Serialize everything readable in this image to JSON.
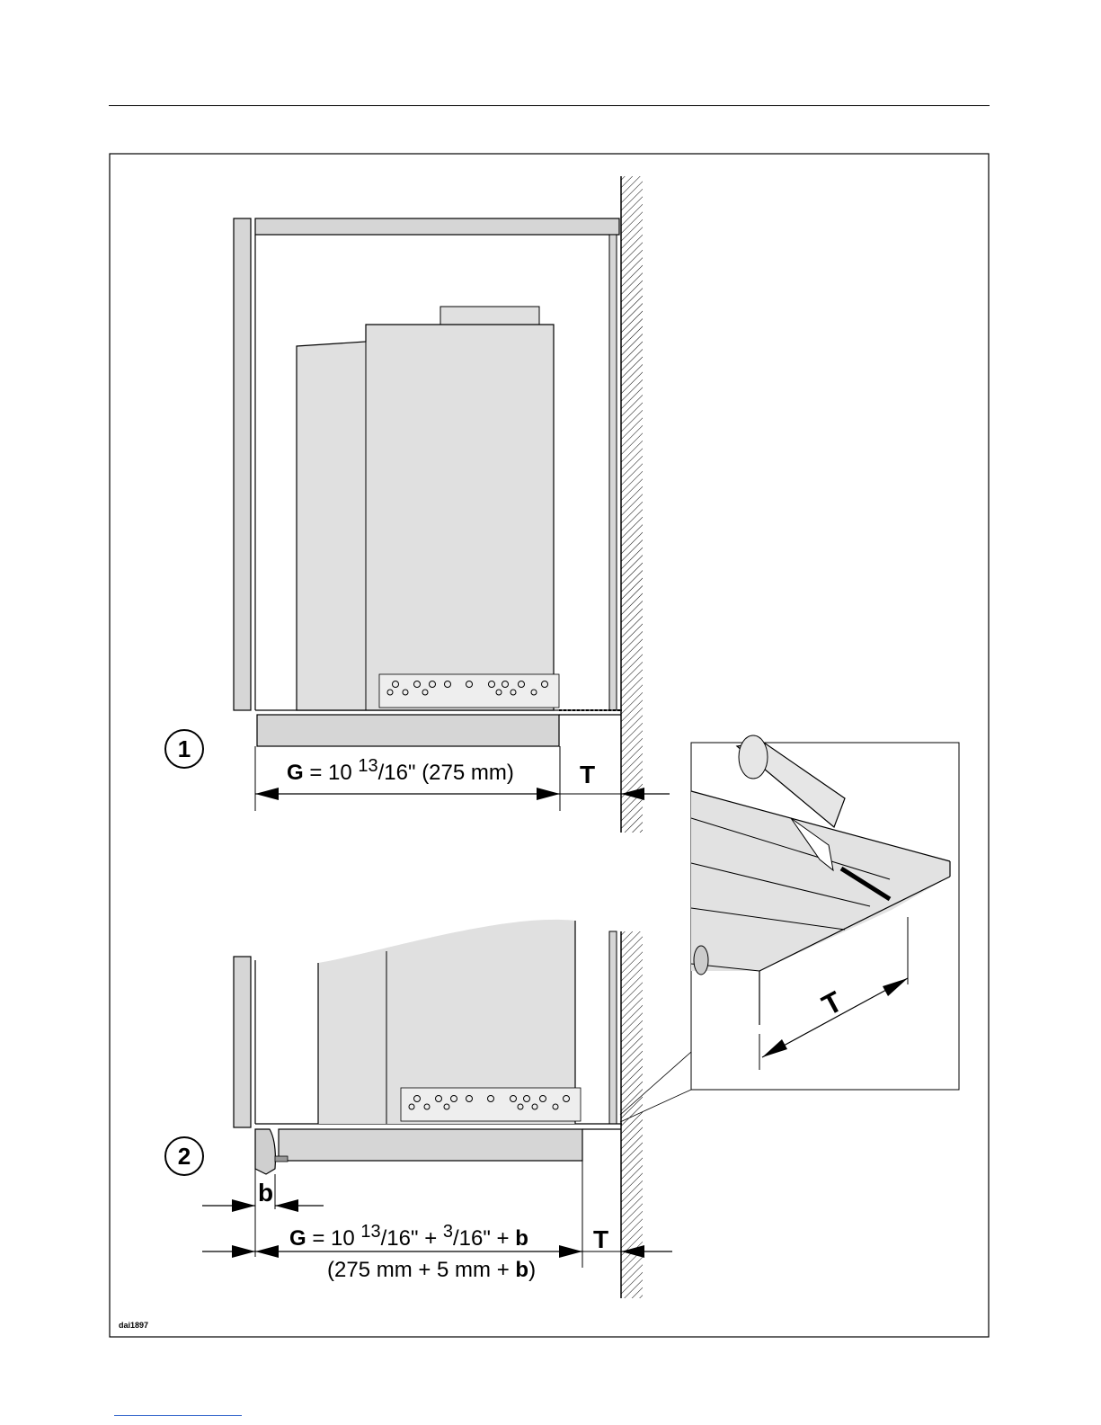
{
  "figure": {
    "code": "dai1897",
    "step1": {
      "number": "1",
      "g_symbol": "G",
      "g_value": " = 10 ",
      "g_frac_num": "13",
      "g_frac_rest": "/16\" (275 mm)",
      "t_label": "T"
    },
    "step2": {
      "number": "2",
      "b_label": "b",
      "g_symbol": "G",
      "g_part1": " = 10 ",
      "g_frac1_num": "13",
      "g_frac1_rest": "/16\" + ",
      "g_frac2_num": "3",
      "g_frac2_rest": "/16\" + ",
      "g_b": "b",
      "metric_open": "(275 mm + 5 mm + ",
      "metric_b": "b",
      "metric_close": ")",
      "t_label": "T"
    },
    "detail": {
      "t_label": "T"
    }
  }
}
